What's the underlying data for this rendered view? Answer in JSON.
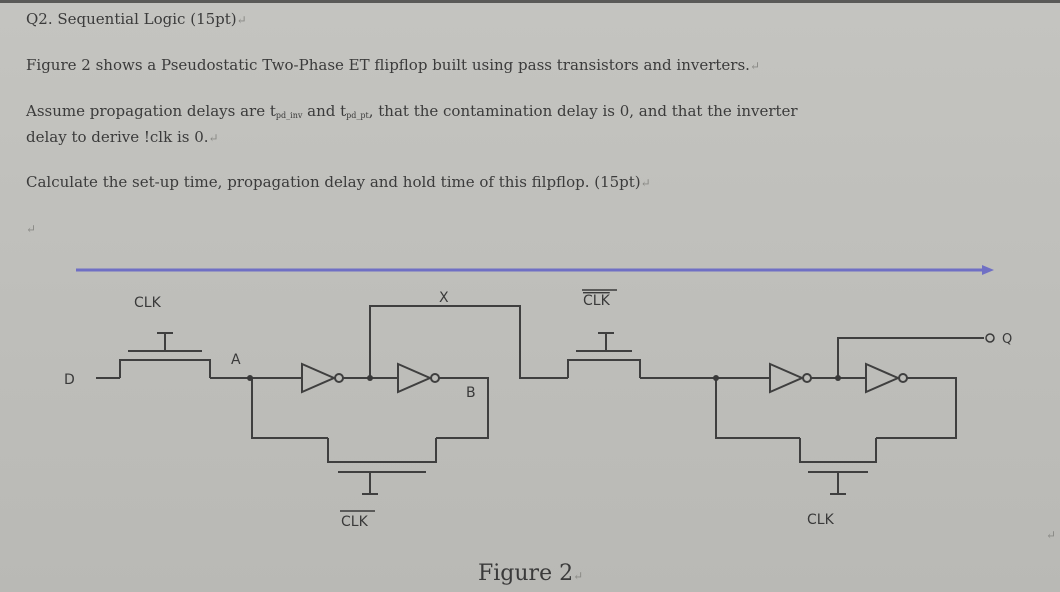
{
  "question": {
    "title": "Q2. Sequential Logic (15pt)",
    "line1": "Figure 2 shows a Pseudostatic Two-Phase ET flipflop built using pass transistors and inverters.",
    "line2_a": "Assume propagation delays are t",
    "line2_sub1": "pd_inv",
    "line2_b": " and t",
    "line2_sub2": "pd_pt",
    "line2_c": ", that the contamination delay is 0, and that the inverter",
    "line3": "delay to derive !clk is 0.",
    "line4": "Calculate the set-up time, propagation delay and hold time of this filpflop. (15pt)"
  },
  "paragraph_mark": "↵",
  "circuit": {
    "label_d": "D",
    "label_a": "A",
    "label_b": "B",
    "label_x": "X",
    "label_q": "Q",
    "clk_top_left": "CLK",
    "clk_top_right": "CLK",
    "clk_bottom_left": "CLK",
    "clk_bottom_right": "CLK"
  },
  "figure_caption": "Figure 2"
}
